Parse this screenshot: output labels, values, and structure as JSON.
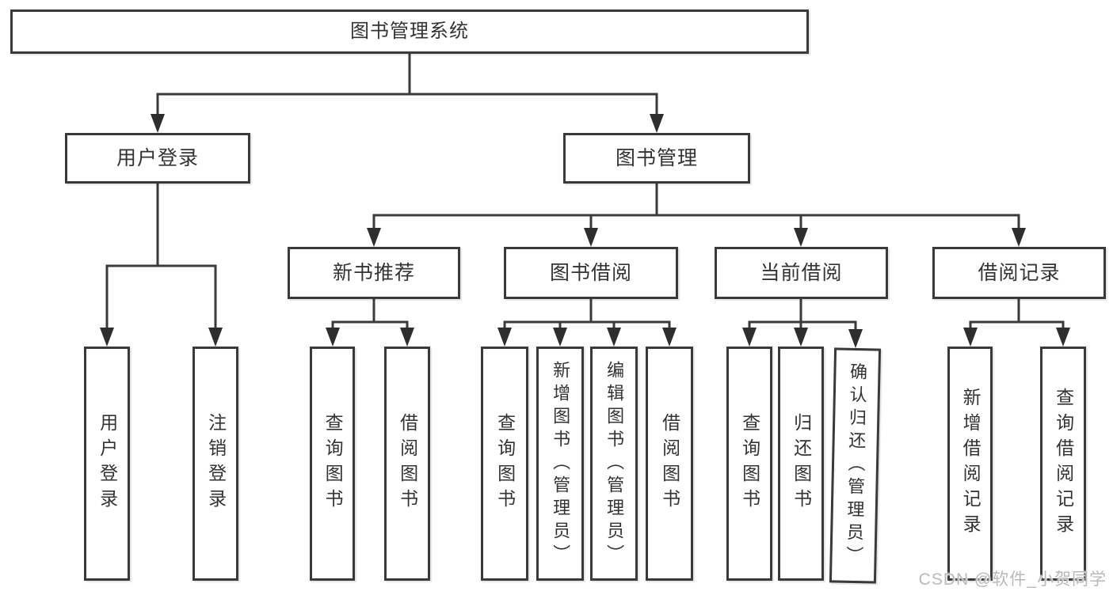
{
  "tree": {
    "root": {
      "label": "图书管理系统",
      "children": [
        {
          "label": "用户登录",
          "children": [
            {
              "label": "用户登录"
            },
            {
              "label": "注销登录"
            }
          ]
        },
        {
          "label": "图书管理",
          "children": [
            {
              "label": "新书推荐",
              "children": [
                {
                  "label": "查询图书"
                },
                {
                  "label": "借阅图书"
                }
              ]
            },
            {
              "label": "图书借阅",
              "children": [
                {
                  "label": "查询图书"
                },
                {
                  "label": "新增图书（管理员）"
                },
                {
                  "label": "编辑图书（管理员）"
                },
                {
                  "label": "借阅图书"
                }
              ]
            },
            {
              "label": "当前借阅",
              "children": [
                {
                  "label": "查询图书"
                },
                {
                  "label": "归还图书"
                },
                {
                  "label": "确认归还（管理员）"
                }
              ]
            },
            {
              "label": "借阅记录",
              "children": [
                {
                  "label": "新增借阅记录"
                },
                {
                  "label": "查询借阅记录"
                }
              ]
            }
          ]
        }
      ]
    }
  },
  "watermark": {
    "text": "CSDN @软件_小贺同学"
  },
  "colors": {
    "line": "#3a3a3a",
    "arrow": "#2e2e2e",
    "box_border": "#3a3a3a",
    "text": "#333333",
    "watermark": "#b9b9b9",
    "background": "#ffffff"
  }
}
